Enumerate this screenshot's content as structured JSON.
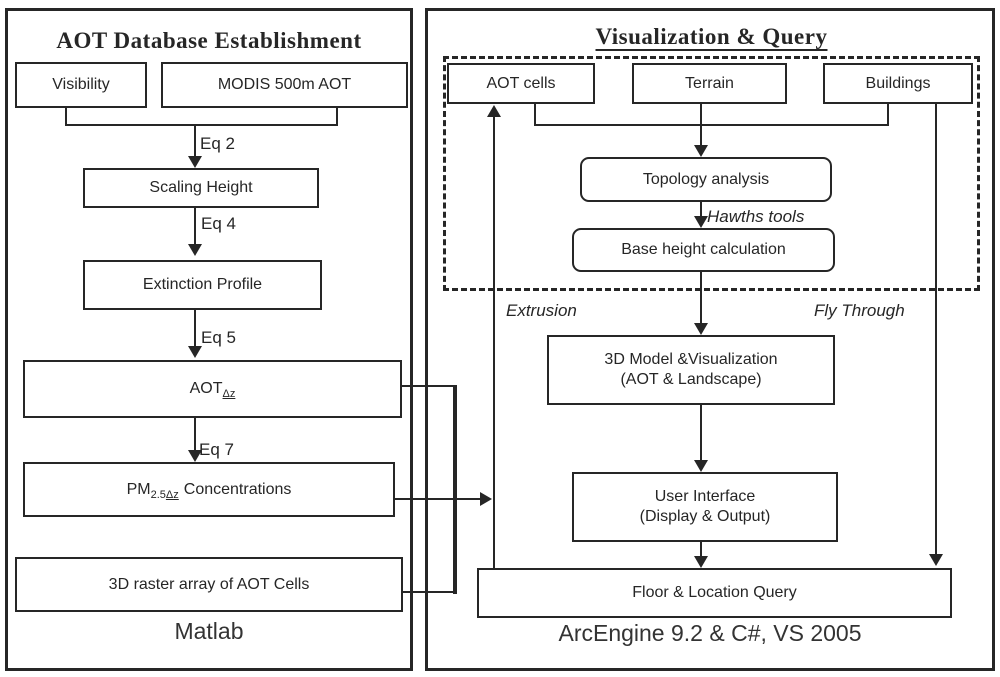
{
  "colors": {
    "stroke": "#262626",
    "background": "#ffffff"
  },
  "left_panel": {
    "title": "AOT Database Establishment",
    "footer": "Matlab",
    "nodes": {
      "visibility": "Visibility",
      "modis": "MODIS 500m AOT",
      "scaling_height": "Scaling Height",
      "extinction_profile": "Extinction Profile",
      "aot_dz": {
        "base": "AOT",
        "subscript": "Δz"
      },
      "pm": {
        "base": "PM",
        "subscript_num": "2.5",
        "subscript_dz": "Δz",
        "suffix": "Concentrations"
      },
      "raster_array": "3D raster array of AOT Cells"
    },
    "edge_labels": {
      "eq2": "Eq 2",
      "eq4": "Eq 4",
      "eq5": "Eq 5",
      "eq7": "Eq 7"
    }
  },
  "right_panel": {
    "title": "Visualization & Query",
    "footer": "ArcEngine 9.2 & C#, VS 2005",
    "nodes": {
      "aot_cells": "AOT cells",
      "terrain": "Terrain",
      "buildings": "Buildings",
      "topology_analysis": "Topology analysis",
      "base_height": "Base height calculation",
      "model": {
        "line1": "3D Model &Visualization",
        "line2": "(AOT & Landscape)"
      },
      "user_interface": {
        "line1": "User Interface",
        "line2": "(Display & Output)"
      },
      "floor_query": "Floor & Location Query"
    },
    "edge_labels": {
      "hawths": "Hawths tools",
      "extrusion": "Extrusion",
      "fly_through": "Fly Through"
    }
  }
}
